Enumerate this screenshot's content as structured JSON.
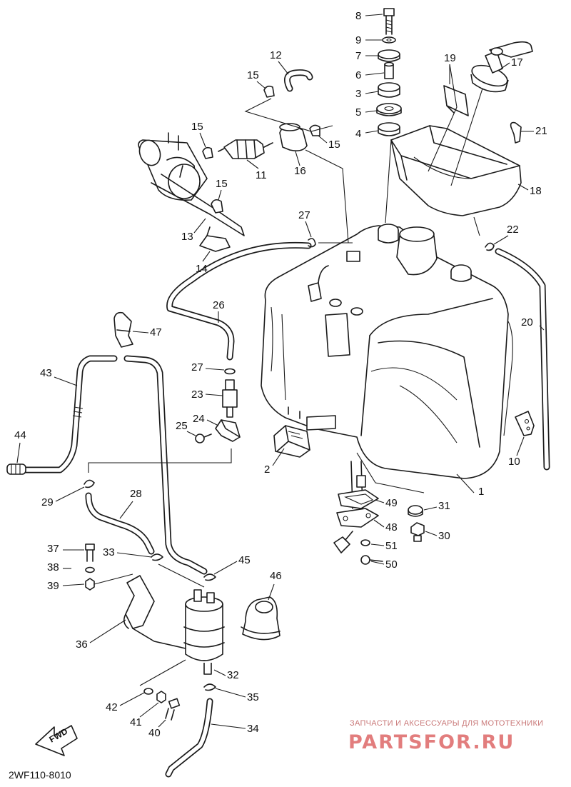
{
  "diagram_code": "2WF110-8010",
  "fwd_label": "FWD",
  "watermark": {
    "tagline": "ЗАПЧАСТИ И АКСЕССУАРЫ ДЛЯ МОТОТЕХНИКИ",
    "brand": "PARTSFOR.RU"
  },
  "callouts": [
    {
      "id": "c1",
      "label": "1"
    },
    {
      "id": "c2",
      "label": "2"
    },
    {
      "id": "c3",
      "label": "3"
    },
    {
      "id": "c4",
      "label": "4"
    },
    {
      "id": "c5",
      "label": "5"
    },
    {
      "id": "c6",
      "label": "6"
    },
    {
      "id": "c7",
      "label": "7"
    },
    {
      "id": "c8",
      "label": "8"
    },
    {
      "id": "c9",
      "label": "9"
    },
    {
      "id": "c10",
      "label": "10"
    },
    {
      "id": "c11",
      "label": "11"
    },
    {
      "id": "c12",
      "label": "12"
    },
    {
      "id": "c13",
      "label": "13"
    },
    {
      "id": "c14",
      "label": "14"
    },
    {
      "id": "c15a",
      "label": "15"
    },
    {
      "id": "c15b",
      "label": "15"
    },
    {
      "id": "c15c",
      "label": "15"
    },
    {
      "id": "c15d",
      "label": "15"
    },
    {
      "id": "c16",
      "label": "16"
    },
    {
      "id": "c17",
      "label": "17"
    },
    {
      "id": "c18",
      "label": "18"
    },
    {
      "id": "c19",
      "label": "19"
    },
    {
      "id": "c20",
      "label": "20"
    },
    {
      "id": "c21",
      "label": "21"
    },
    {
      "id": "c22",
      "label": "22"
    },
    {
      "id": "c23",
      "label": "23"
    },
    {
      "id": "c24",
      "label": "24"
    },
    {
      "id": "c25",
      "label": "25"
    },
    {
      "id": "c26",
      "label": "26"
    },
    {
      "id": "c27a",
      "label": "27"
    },
    {
      "id": "c27b",
      "label": "27"
    },
    {
      "id": "c28",
      "label": "28"
    },
    {
      "id": "c29",
      "label": "29"
    },
    {
      "id": "c30",
      "label": "30"
    },
    {
      "id": "c31",
      "label": "31"
    },
    {
      "id": "c32",
      "label": "32"
    },
    {
      "id": "c33",
      "label": "33"
    },
    {
      "id": "c34",
      "label": "34"
    },
    {
      "id": "c35",
      "label": "35"
    },
    {
      "id": "c36",
      "label": "36"
    },
    {
      "id": "c37",
      "label": "37"
    },
    {
      "id": "c38",
      "label": "38"
    },
    {
      "id": "c39",
      "label": "39"
    },
    {
      "id": "c40",
      "label": "40"
    },
    {
      "id": "c41",
      "label": "41"
    },
    {
      "id": "c42",
      "label": "42"
    },
    {
      "id": "c43",
      "label": "43"
    },
    {
      "id": "c44",
      "label": "44"
    },
    {
      "id": "c45",
      "label": "45"
    },
    {
      "id": "c46",
      "label": "46"
    },
    {
      "id": "c47",
      "label": "47"
    },
    {
      "id": "c48",
      "label": "48"
    },
    {
      "id": "c49",
      "label": "49"
    },
    {
      "id": "c50",
      "label": "50"
    },
    {
      "id": "c51",
      "label": "51"
    }
  ]
}
